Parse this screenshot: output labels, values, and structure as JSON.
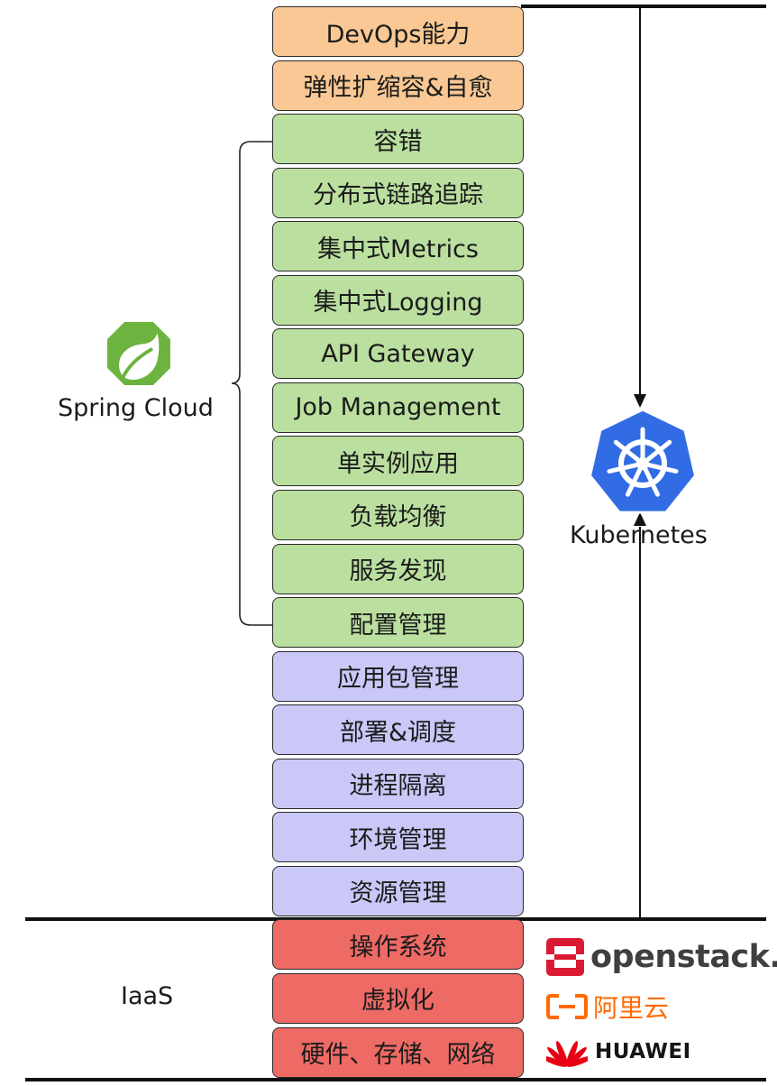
{
  "layers": {
    "platform": [
      "DevOps能力",
      "弹性扩缩容&自愈"
    ],
    "spring_cloud": [
      "容错",
      "分布式链路追踪",
      "集中式Metrics",
      "集中式Logging",
      "API Gateway",
      "Job Management",
      "单实例应用",
      "负载均衡",
      "服务发现",
      "配置管理"
    ],
    "kubernetes": [
      "应用包管理",
      "部署&调度",
      "进程隔离",
      "环境管理",
      "资源管理"
    ],
    "iaas": [
      "操作系统",
      "虚拟化",
      "硬件、存储、网络"
    ]
  },
  "labels": {
    "spring_cloud": "Spring Cloud",
    "kubernetes": "Kubernetes",
    "iaas": "IaaS"
  },
  "vendors": {
    "openstack": "openstack.",
    "aliyun": "阿里云",
    "huawei": "HUAWEI"
  },
  "colors": {
    "platform": "#f9c894",
    "spring_cloud": "#bbdf9f",
    "kubernetes": "#c9c8f7",
    "iaas": "#ee6a65",
    "spring_logo": "#6db33f",
    "kubernetes_logo": "#326ce5",
    "openstack": "#da1a32",
    "aliyun": "#ff6a00",
    "huawei": "#e60012"
  },
  "icons": [
    "spring-leaf-icon",
    "kubernetes-helm-icon",
    "openstack-icon",
    "aliyun-icon",
    "huawei-icon"
  ]
}
